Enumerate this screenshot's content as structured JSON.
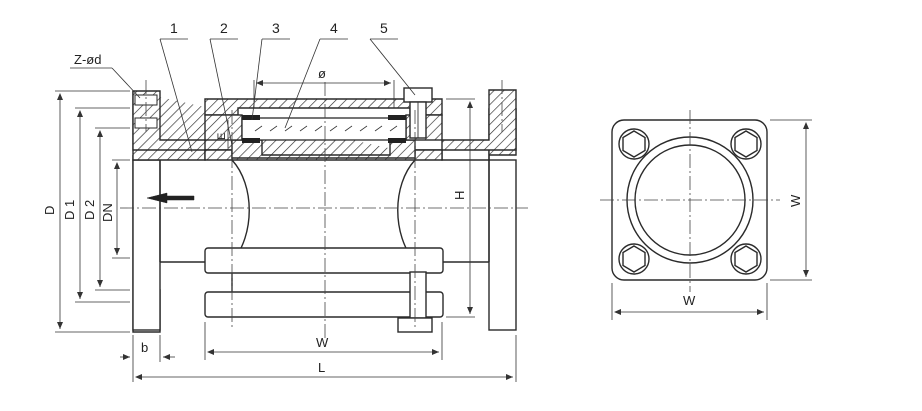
{
  "part_numbers": [
    "1",
    "2",
    "3",
    "4",
    "5"
  ],
  "front_view_dimensions": {
    "bolt_holes": "Z-ød",
    "diameter_symbol": "ø",
    "D": "D",
    "D1": "D 1",
    "D2": "D 2",
    "DN": "DN",
    "E": "E",
    "H": "H",
    "W": "W",
    "L": "L",
    "b": "b"
  },
  "side_view_dimensions": {
    "W_horizontal": "W",
    "W_vertical": "W"
  }
}
